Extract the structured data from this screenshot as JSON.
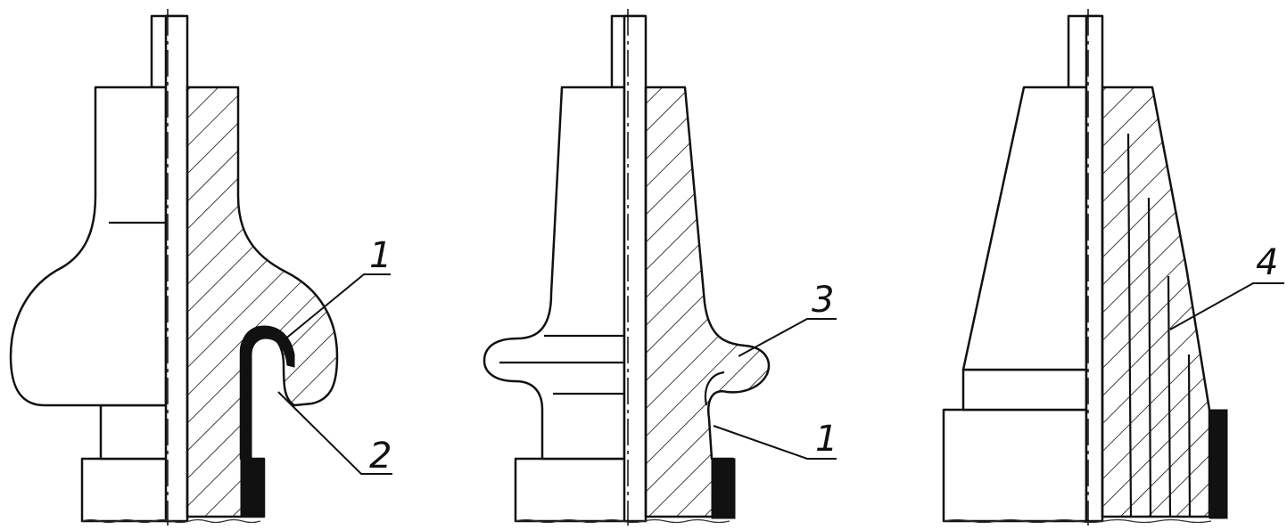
{
  "figure": {
    "panels": [
      {
        "id": "left",
        "callouts": [
          {
            "label": "1"
          },
          {
            "label": "2"
          }
        ]
      },
      {
        "id": "middle",
        "callouts": [
          {
            "label": "3"
          },
          {
            "label": "1"
          }
        ]
      },
      {
        "id": "right",
        "callouts": [
          {
            "label": "4"
          }
        ]
      }
    ],
    "colors": {
      "ink": "#111111",
      "paper": "#ffffff"
    }
  }
}
